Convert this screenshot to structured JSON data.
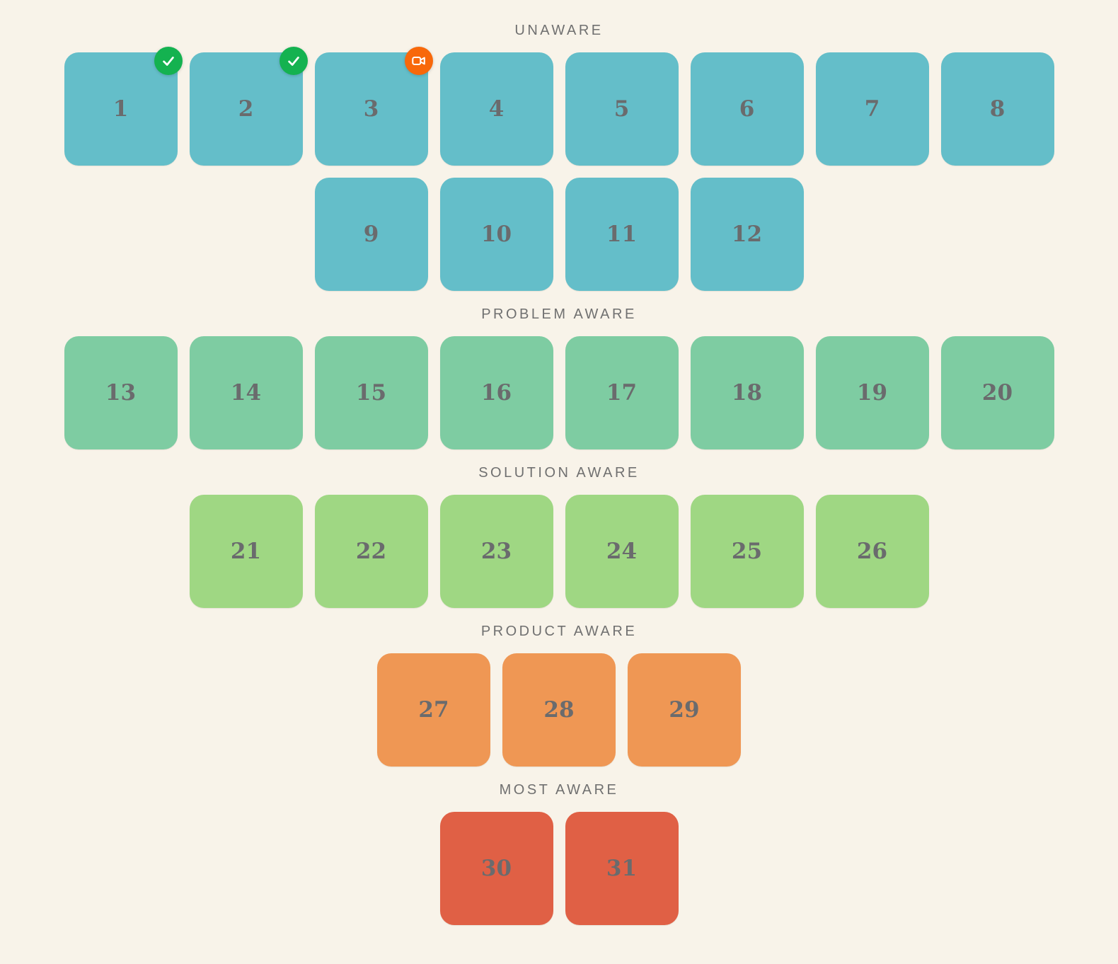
{
  "page": {
    "background_color": "#f8f3e9",
    "label_color": "#707070",
    "number_color": "#6a6b6d"
  },
  "badges": {
    "check": {
      "color": "#14b250",
      "icon": "check-icon"
    },
    "video": {
      "color": "#f8680a",
      "icon": "video-camera-icon"
    }
  },
  "sections": [
    {
      "id": "unaware",
      "label": "UNAWARE",
      "tile_color": "#64bec9",
      "rows": [
        [
          {
            "number": "1",
            "badge": "check"
          },
          {
            "number": "2",
            "badge": "check"
          },
          {
            "number": "3",
            "badge": "video"
          },
          {
            "number": "4"
          },
          {
            "number": "5"
          },
          {
            "number": "6"
          },
          {
            "number": "7"
          },
          {
            "number": "8"
          }
        ],
        [
          {
            "number": "9"
          },
          {
            "number": "10"
          },
          {
            "number": "11"
          },
          {
            "number": "12"
          }
        ]
      ]
    },
    {
      "id": "problem-aware",
      "label": "PROBLEM AWARE",
      "tile_color": "#7ecca2",
      "rows": [
        [
          {
            "number": "13"
          },
          {
            "number": "14"
          },
          {
            "number": "15"
          },
          {
            "number": "16"
          },
          {
            "number": "17"
          },
          {
            "number": "18"
          },
          {
            "number": "19"
          },
          {
            "number": "20"
          }
        ]
      ]
    },
    {
      "id": "solution-aware",
      "label": "SOLUTION AWARE",
      "tile_color": "#9fd783",
      "rows": [
        [
          {
            "number": "21"
          },
          {
            "number": "22"
          },
          {
            "number": "23"
          },
          {
            "number": "24"
          },
          {
            "number": "25"
          },
          {
            "number": "26"
          }
        ]
      ]
    },
    {
      "id": "product-aware",
      "label": "PRODUCT AWARE",
      "tile_color": "#ef9754",
      "rows": [
        [
          {
            "number": "27"
          },
          {
            "number": "28"
          },
          {
            "number": "29"
          }
        ]
      ]
    },
    {
      "id": "most-aware",
      "label": "MOST AWARE",
      "tile_color": "#e06045",
      "rows": [
        [
          {
            "number": "30"
          },
          {
            "number": "31"
          }
        ]
      ]
    }
  ]
}
